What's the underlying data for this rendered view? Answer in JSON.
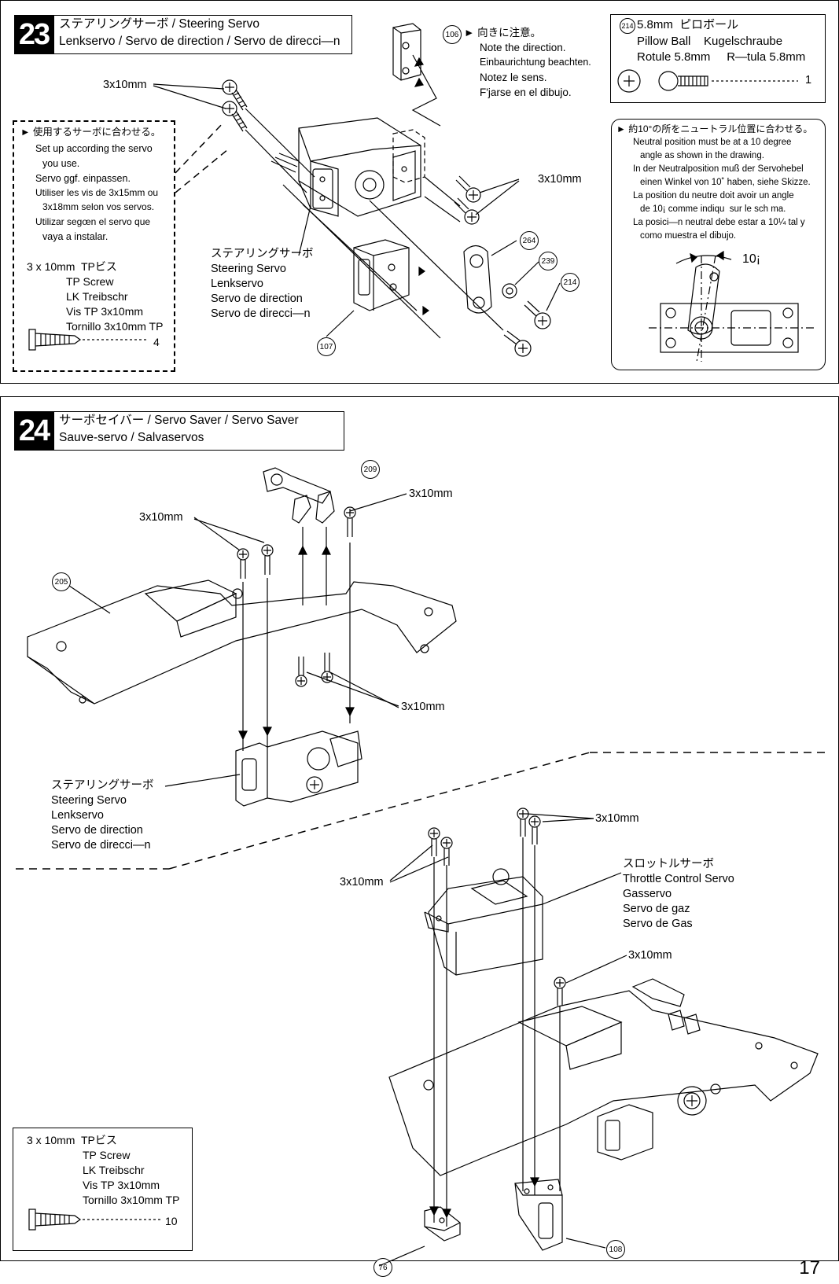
{
  "page_number": "17",
  "step23": {
    "number": "23",
    "title_line1": "ステアリングサーボ / Steering Servo",
    "title_line2": "Lenkservo / Servo de direction / Servo de direcci—n",
    "part106": "106",
    "direction_note": [
      "► 向きに注意。",
      "Note the direction.",
      "Einbaurichtung beachten.",
      "Notez le sens.",
      "F'jarse en el dibujo."
    ],
    "pillow_ball": {
      "part": "214",
      "line1": "5.8mm  ピロボール",
      "line2": "Pillow Ball    Kugelschraube",
      "line3": "Rotule 5.8mm     R—tula 5.8mm",
      "qty": "1"
    },
    "servo_note": [
      "► 使用するサーボに合わせる。",
      "Set up according the servo",
      "you use.",
      "Servo ggf. einpassen.",
      "Utiliser les vis de 3x15mm ou",
      "3x18mm selon vos servos.",
      "Utilizar segœn el servo que",
      "vaya a instalar."
    ],
    "screw_legend": {
      "size": "3 x 10mm  TPビス",
      "names": [
        "TP Screw",
        "LK Treibschr",
        "Vis TP 3x10mm",
        "Tornillo 3x10mm TP"
      ],
      "qty": "4"
    },
    "screw_label_a": "3x10mm",
    "screw_label_b": "3x10mm",
    "servo_label": [
      "ステアリングサーボ",
      "Steering Servo",
      "Lenkservo",
      "Servo de direction",
      "Servo de direcci—n"
    ],
    "parts": [
      "264",
      "239",
      "214",
      "107"
    ],
    "neutral_note": [
      "► 約10°の所をニュートラル位置に合わせる。",
      "Neutral position must be at a 10 degree",
      "angle as shown in the drawing.",
      "In der Neutralposition muß der Servohebel",
      "einen Winkel von 10˚ haben, siehe Skizze.",
      "La position du neutre doit avoir un angle",
      "de 10¡ comme indiqu  sur le sch ma.",
      "La posici—n neutral debe estar a 10¼ tal y",
      "como muestra el dibujo."
    ],
    "angle_label": "10¡"
  },
  "step24": {
    "number": "24",
    "title_line1": "サーボセイバー / Servo Saver / Servo Saver",
    "title_line2": "Sauve-servo / Salvaservos",
    "parts": [
      "209",
      "205",
      "76",
      "108"
    ],
    "screw_labels": [
      "3x10mm",
      "3x10mm",
      "3x10mm",
      "3x10mm",
      "3x10mm",
      "3x10mm"
    ],
    "steering_label": [
      "ステアリングサーボ",
      "Steering Servo",
      "Lenkservo",
      "Servo de direction",
      "Servo de direcci—n"
    ],
    "throttle_label": [
      "スロットルサーボ",
      "Throttle Control Servo",
      "Gasservo",
      "Servo de gaz",
      "Servo de Gas"
    ],
    "screw_legend": {
      "size": "3 x 10mm  TPビス",
      "names": [
        "TP Screw",
        "LK Treibschr",
        "Vis TP 3x10mm",
        "Tornillo 3x10mm TP"
      ],
      "qty": "10"
    }
  }
}
